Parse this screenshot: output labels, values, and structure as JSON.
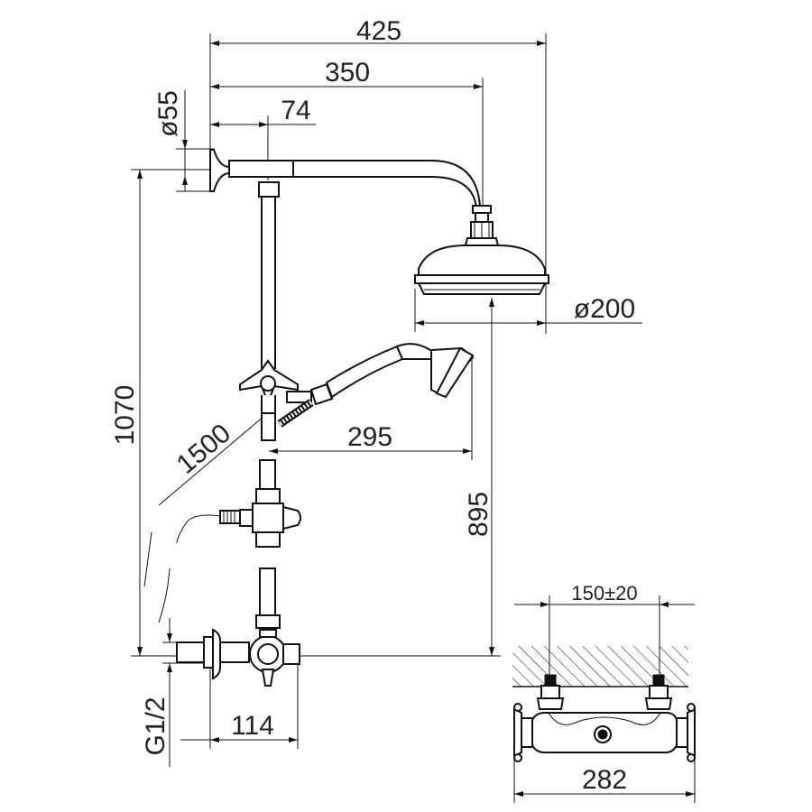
{
  "dimensions": {
    "overall_width": "425",
    "arm_length": "350",
    "wall_to_rail": "74",
    "flange_diameter": "ø55",
    "head_diameter": "ø200",
    "total_height": "1070",
    "hose_length": "1500",
    "handshower_projection": "295",
    "head_height": "895",
    "inlet_thread": "G1/2",
    "valve_projection": "114",
    "inlet_centers": "150±20",
    "valve_width": "282"
  }
}
